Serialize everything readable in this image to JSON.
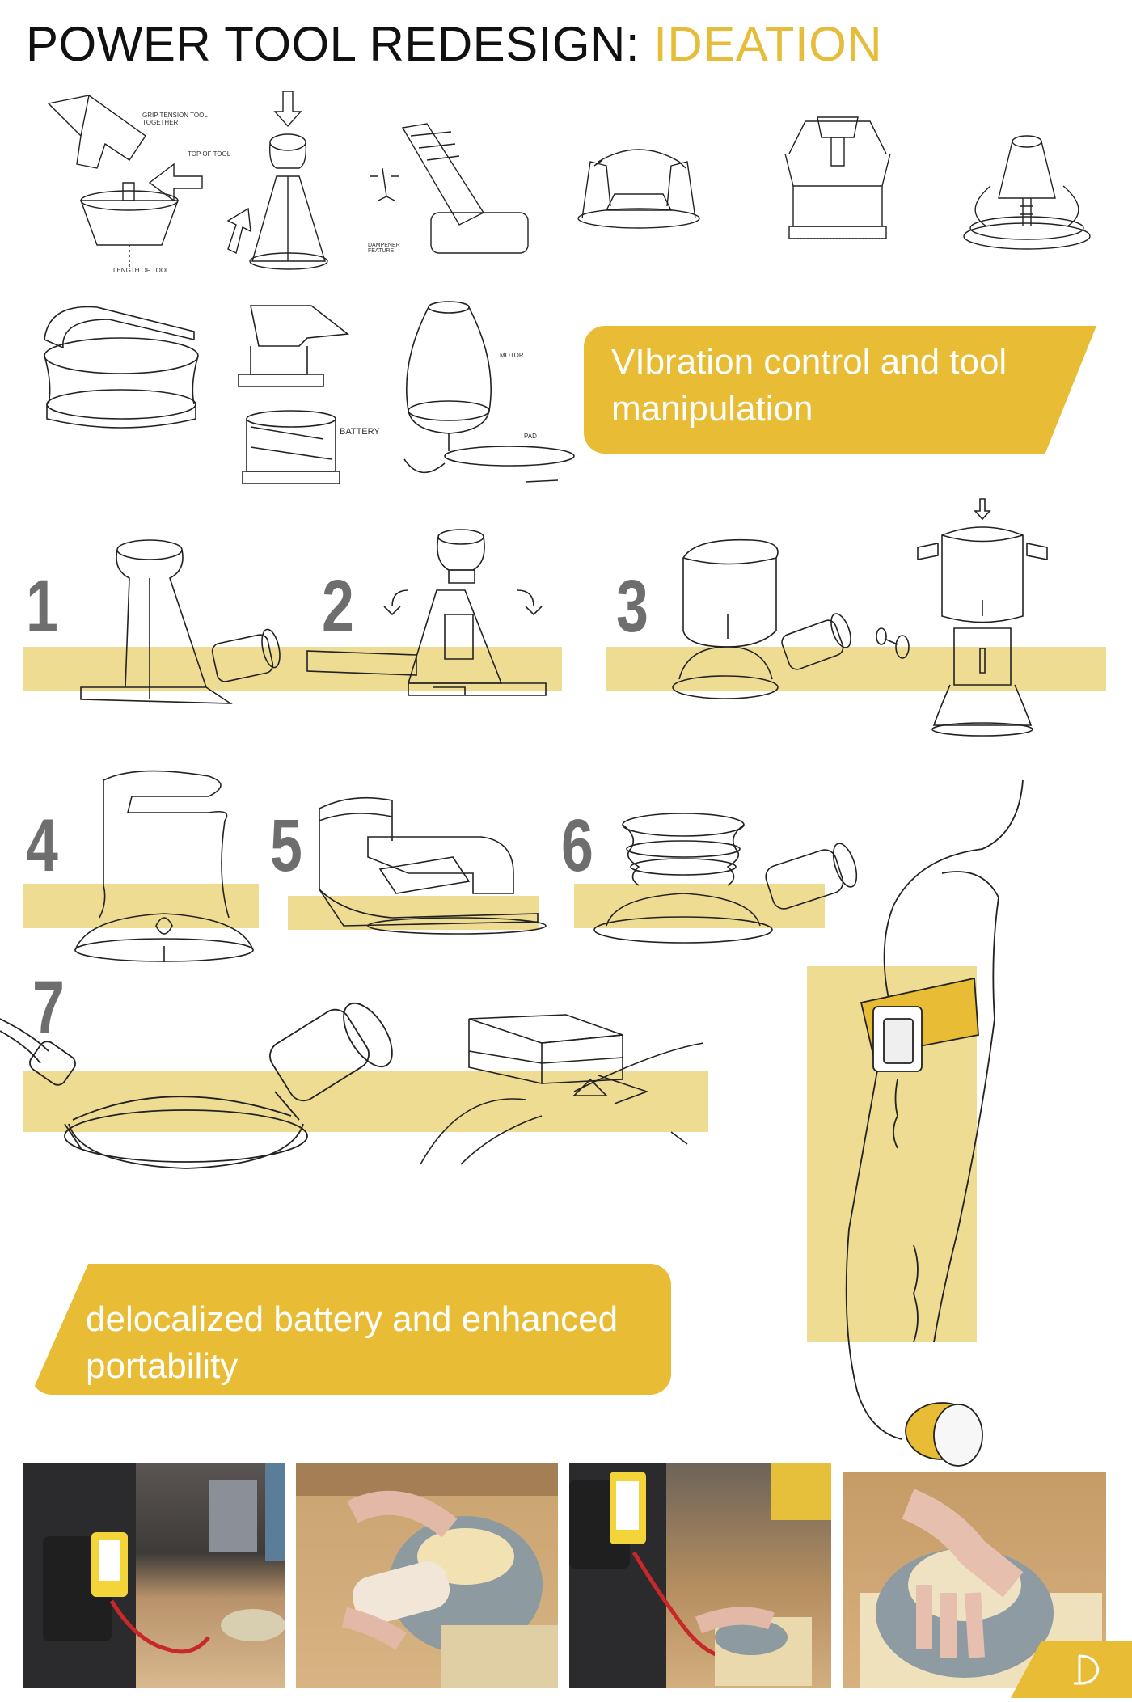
{
  "header": {
    "title_main": "POWER TOOL REDESIGN:",
    "title_accent": "IDEATION"
  },
  "callouts": {
    "vibration": "VIbration control and tool manipulation",
    "battery": "delocalized battery and enhanced portability"
  },
  "sketch_labels": {
    "grip": "GRIP TENSION TOOL TOGETHER",
    "top_of_tool": "TOP OF TOOL",
    "length_of_tool": "LENGTH OF TOOL",
    "dampen": "DAMPENER FEATURE",
    "battery": "BATTERY",
    "motor": "MOTOR",
    "pad": "PAD"
  },
  "concepts": [
    "1",
    "2",
    "3",
    "4",
    "5",
    "6",
    "7"
  ],
  "colors": {
    "accent": "#e8bc34",
    "band": "#efdc93",
    "number_gray": "#6e6e6e",
    "title": "#111111"
  },
  "photos": [
    {
      "icon": "photo-arm-battery-sanding"
    },
    {
      "icon": "photo-grip-held-by-hand"
    },
    {
      "icon": "photo-arm-battery-use"
    },
    {
      "icon": "photo-hand-on-grip-closeup"
    }
  ],
  "footer": {
    "icon": "logo-mark-icon"
  }
}
